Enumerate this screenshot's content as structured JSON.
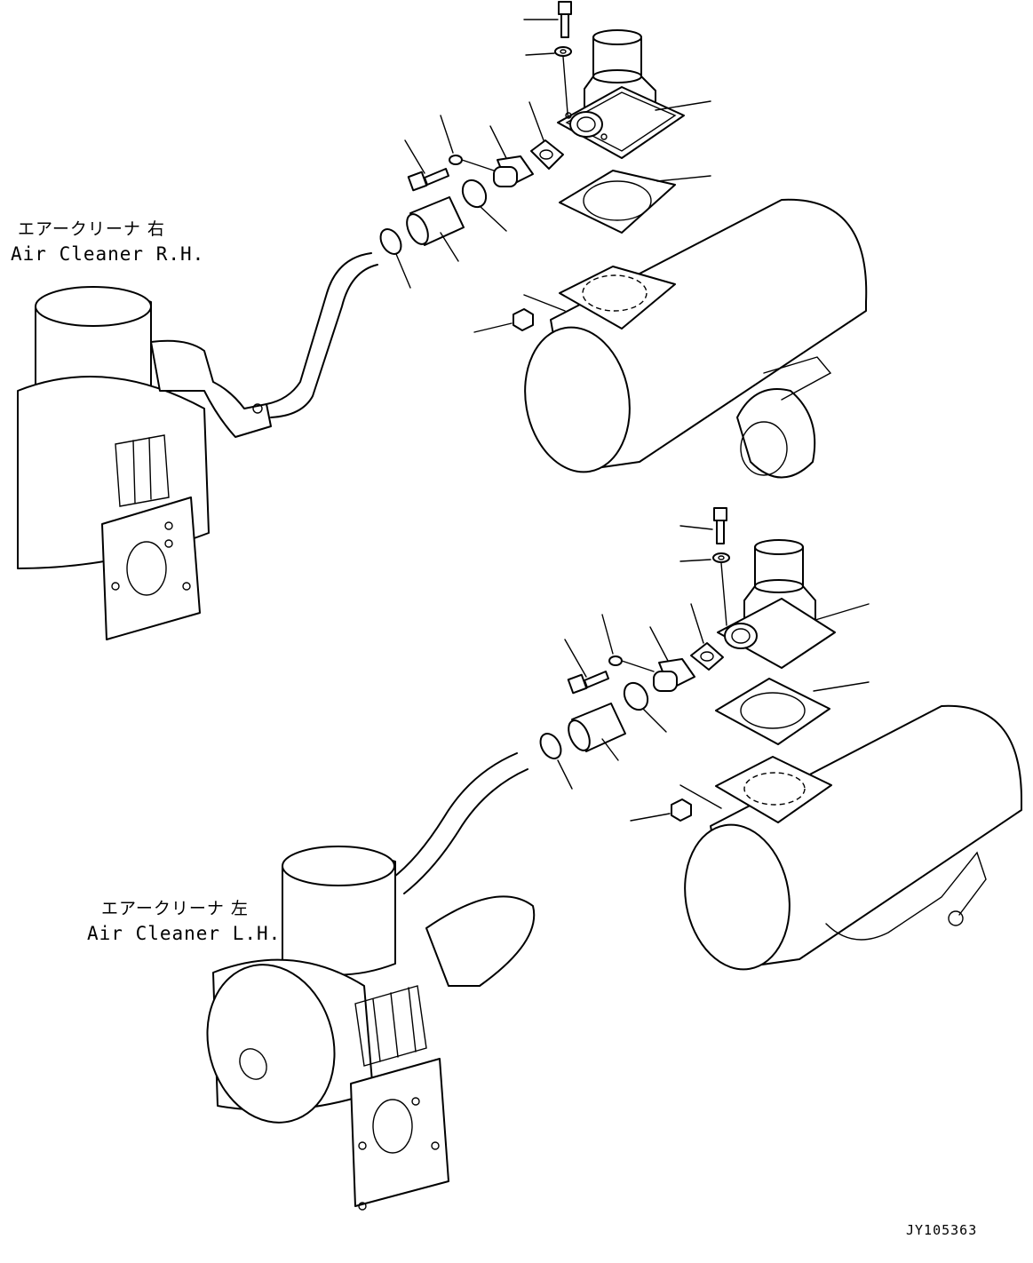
{
  "labels": {
    "air_cleaner_rh_jp": "エアークリーナ 右",
    "air_cleaner_rh_en": "Air Cleaner R.H.",
    "air_cleaner_lh_jp": "エアークリーナ 左",
    "air_cleaner_lh_en": "Air Cleaner L.H."
  },
  "drawing_code": "JY105363",
  "colors": {
    "line": "#000000",
    "background": "#ffffff"
  }
}
